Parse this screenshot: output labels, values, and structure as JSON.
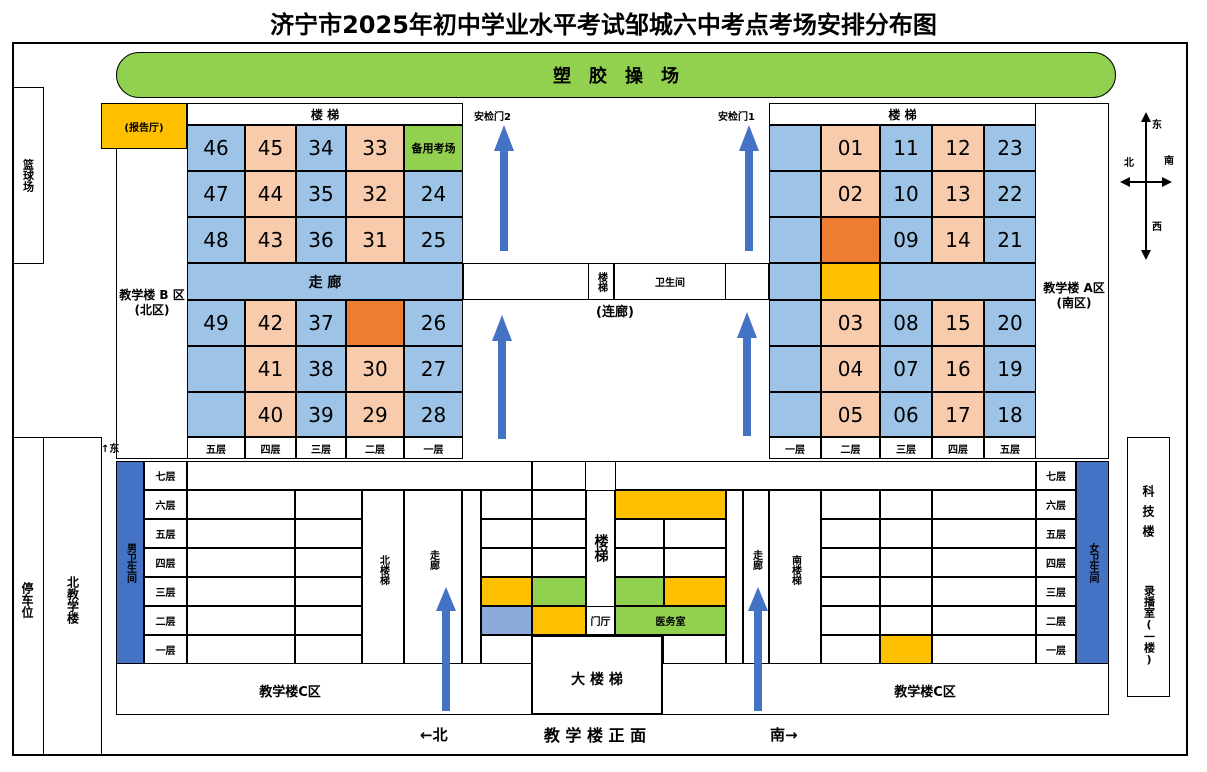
{
  "title": "济宁市2025年初中学业水平考试邹城六中考点考场安排分布图",
  "playground": "塑　胶　操　场",
  "basketball": "篮球场",
  "parking": "停车位",
  "north_building": "北教学楼",
  "tech_building": "科技楼",
  "record_room": "录播室(一楼)",
  "report_hall": "(报告厅)",
  "stairs_label": "楼 梯",
  "gate2": "安检门2",
  "gate1": "安检门1",
  "building_b": "教学楼 B 区　(北区)",
  "building_a": "教学楼 A区 (南区)",
  "corridor": "走 廊",
  "small_stairs": "楼梯",
  "toilet": "卫生间",
  "connector": "(连廊)",
  "backup_room": "备用考场",
  "b_rooms": {
    "r1": [
      "46",
      "45",
      "34",
      "33"
    ],
    "r2": [
      "47",
      "44",
      "35",
      "32",
      "24"
    ],
    "r3": [
      "48",
      "43",
      "36",
      "31",
      "25"
    ],
    "r4": [
      "49",
      "42",
      "37",
      "",
      "26"
    ],
    "r5": [
      "",
      "41",
      "38",
      "30",
      "27"
    ],
    "r6": [
      "",
      "40",
      "39",
      "29",
      "28"
    ]
  },
  "a_rooms": {
    "r1": [
      "",
      "01",
      "11",
      "12",
      "23"
    ],
    "r2": [
      "",
      "02",
      "10",
      "13",
      "22"
    ],
    "r3": [
      "",
      "",
      "09",
      "14",
      "21"
    ],
    "r4": [
      "",
      "03",
      "08",
      "15",
      "20"
    ],
    "r5": [
      "",
      "04",
      "07",
      "16",
      "19"
    ],
    "r6": [
      "",
      "05",
      "06",
      "17",
      "18"
    ]
  },
  "b_floors": [
    "五层",
    "四层",
    "三层",
    "二层",
    "一层"
  ],
  "a_floors": [
    "一层",
    "二层",
    "三层",
    "四层",
    "五层"
  ],
  "c_floors": [
    "七层",
    "六层",
    "五层",
    "四层",
    "三层",
    "二层",
    "一层"
  ],
  "male_toilet": "男卫生间",
  "female_toilet": "女卫生间",
  "north_stairs": "北楼梯",
  "south_stairs": "南楼梯",
  "c_corridor": "走廊",
  "c_stairs": "楼梯",
  "lobby": "门厅",
  "clinic": "医务室",
  "big_stairs": "大 楼 梯",
  "building_c": "教学楼C区",
  "front": "教 学 楼 正 面",
  "north_arrow": "←北",
  "south_arrow": "南→",
  "east_small": "↑东",
  "compass": {
    "east": "东",
    "north": "北",
    "south": "南",
    "west": "西"
  }
}
